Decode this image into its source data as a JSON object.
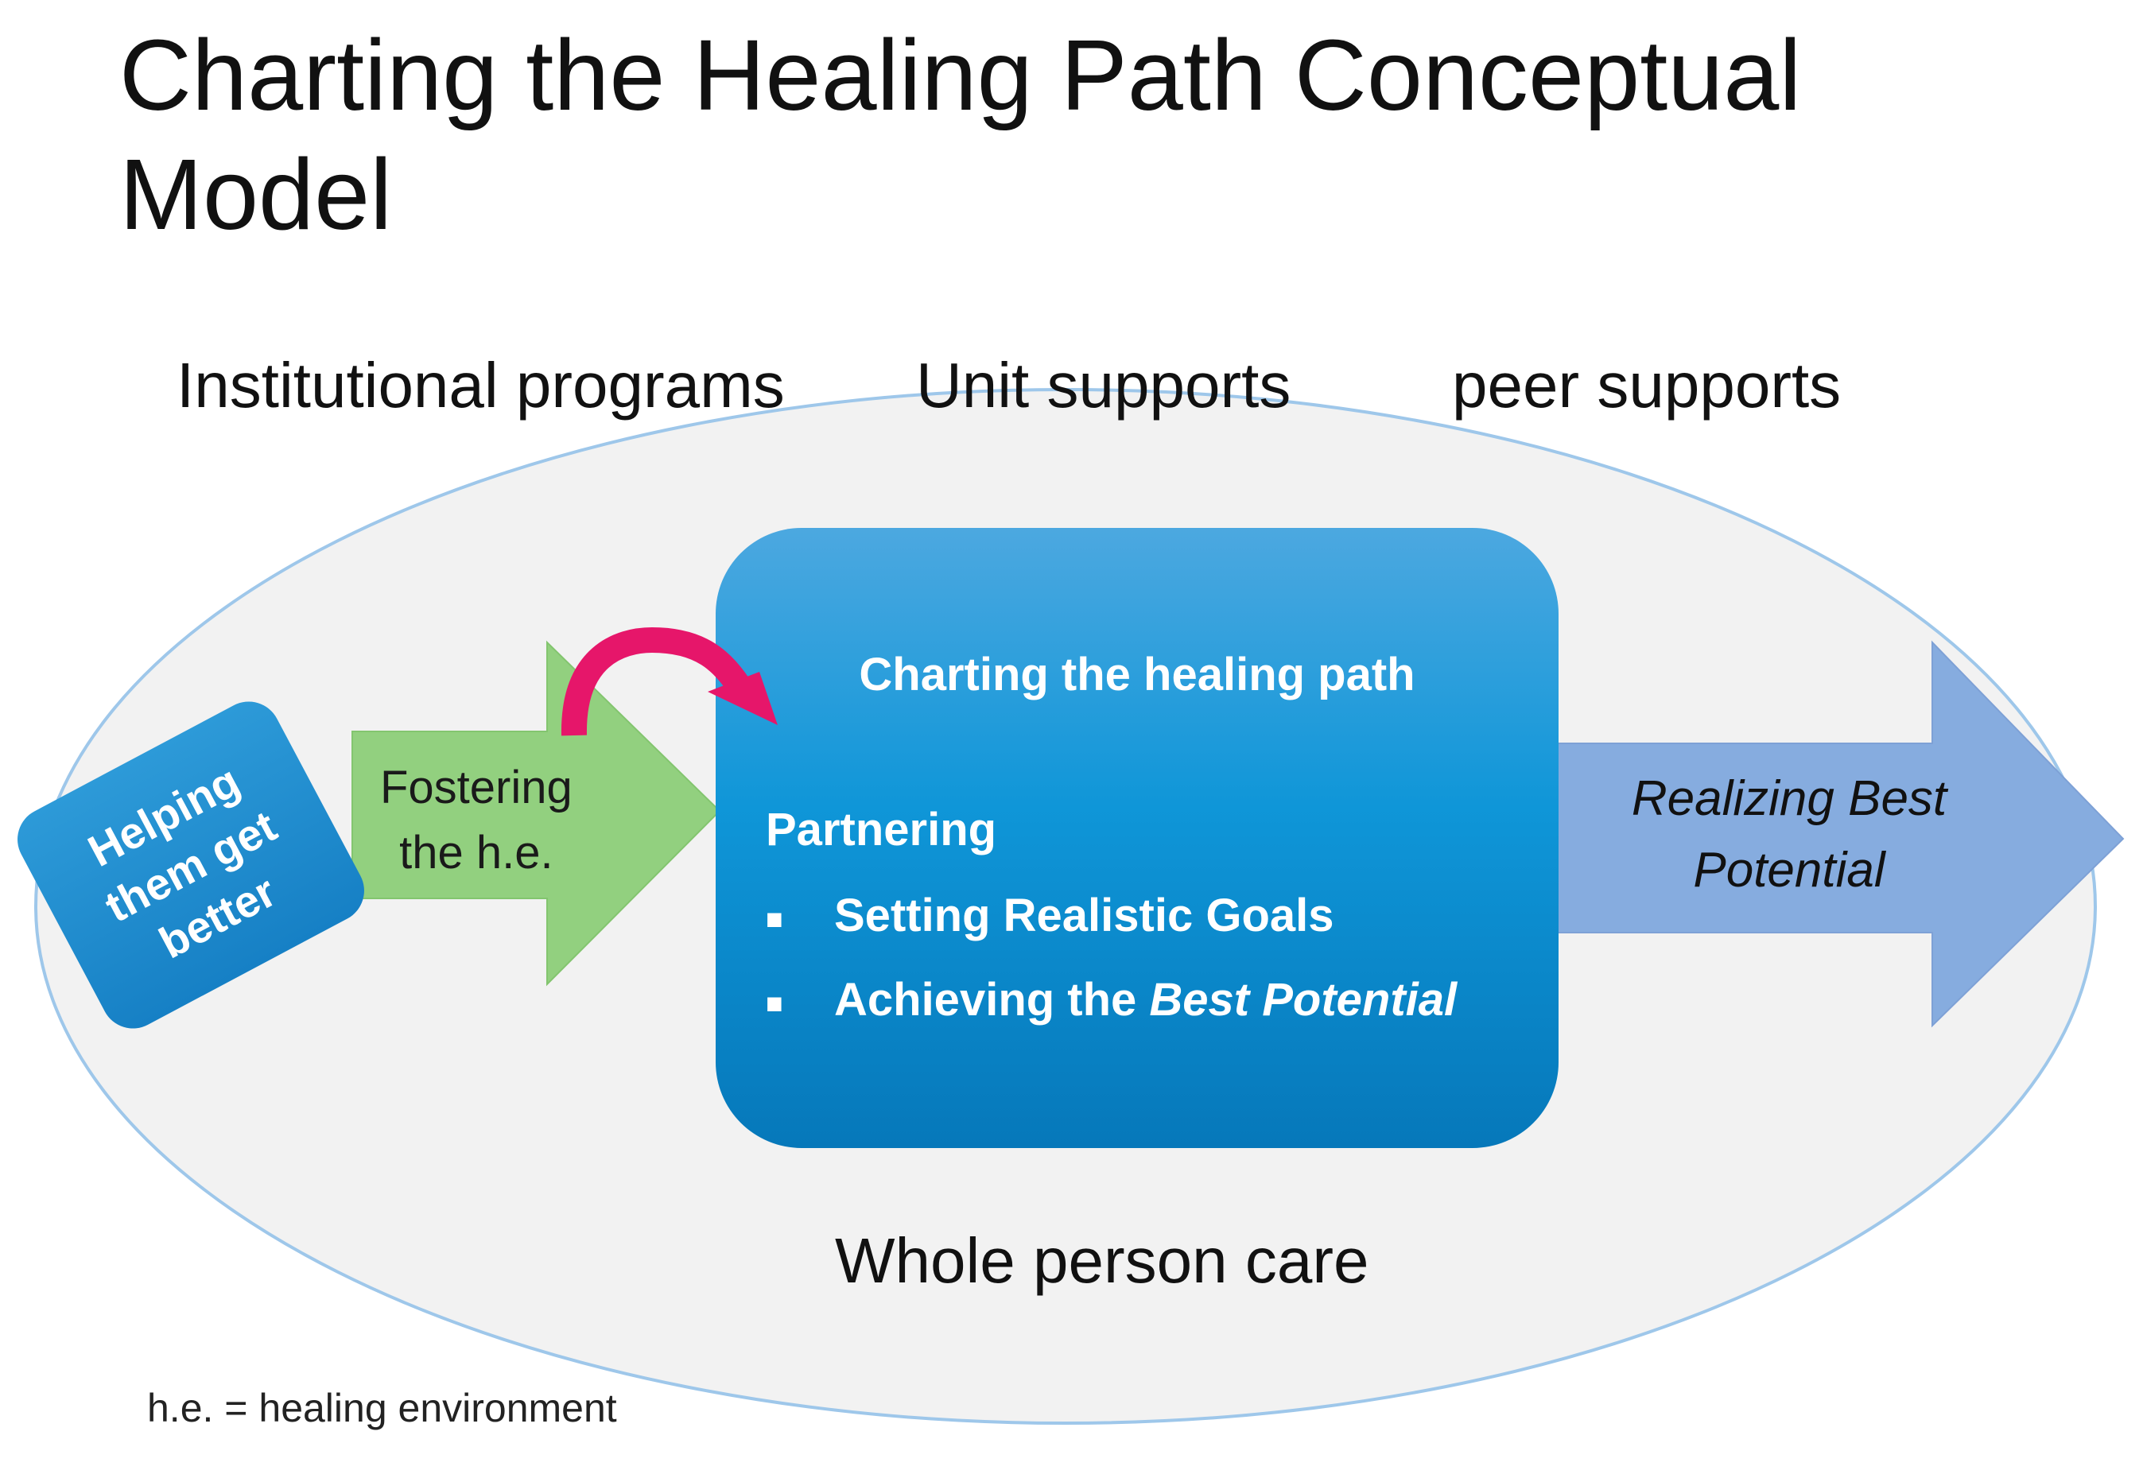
{
  "title": "Charting the Healing Path Conceptual Model",
  "top_labels": [
    "Institutional programs",
    "Unit supports",
    "peer supports"
  ],
  "left_box_text": [
    "Helping",
    "them get",
    "better"
  ],
  "green_arrow_text": [
    "Fostering",
    "the h.e."
  ],
  "center_box": {
    "title": "Charting the healing path",
    "subtitle": "Partnering",
    "bullets": [
      {
        "text": "Setting Realistic Goals"
      },
      {
        "text": "Achieving the ",
        "italic": "Best Potential"
      }
    ]
  },
  "right_arrow_text": [
    "Realizing Best",
    "Potential"
  ],
  "bottom_label": "Whole person care",
  "footnote": "h.e. = healing environment",
  "colors": {
    "ellipse_fill": "#f2f2f2",
    "ellipse_stroke": "#9ec7ea",
    "blue_box": "#1a9ad6",
    "green_arrow": "#92d07f",
    "right_arrow": "#86acdf",
    "curved_arrow": "#e6166a"
  },
  "icons": {
    "curved_arrow": "curved-arrow-icon",
    "bullet": "square-bullet-icon"
  }
}
